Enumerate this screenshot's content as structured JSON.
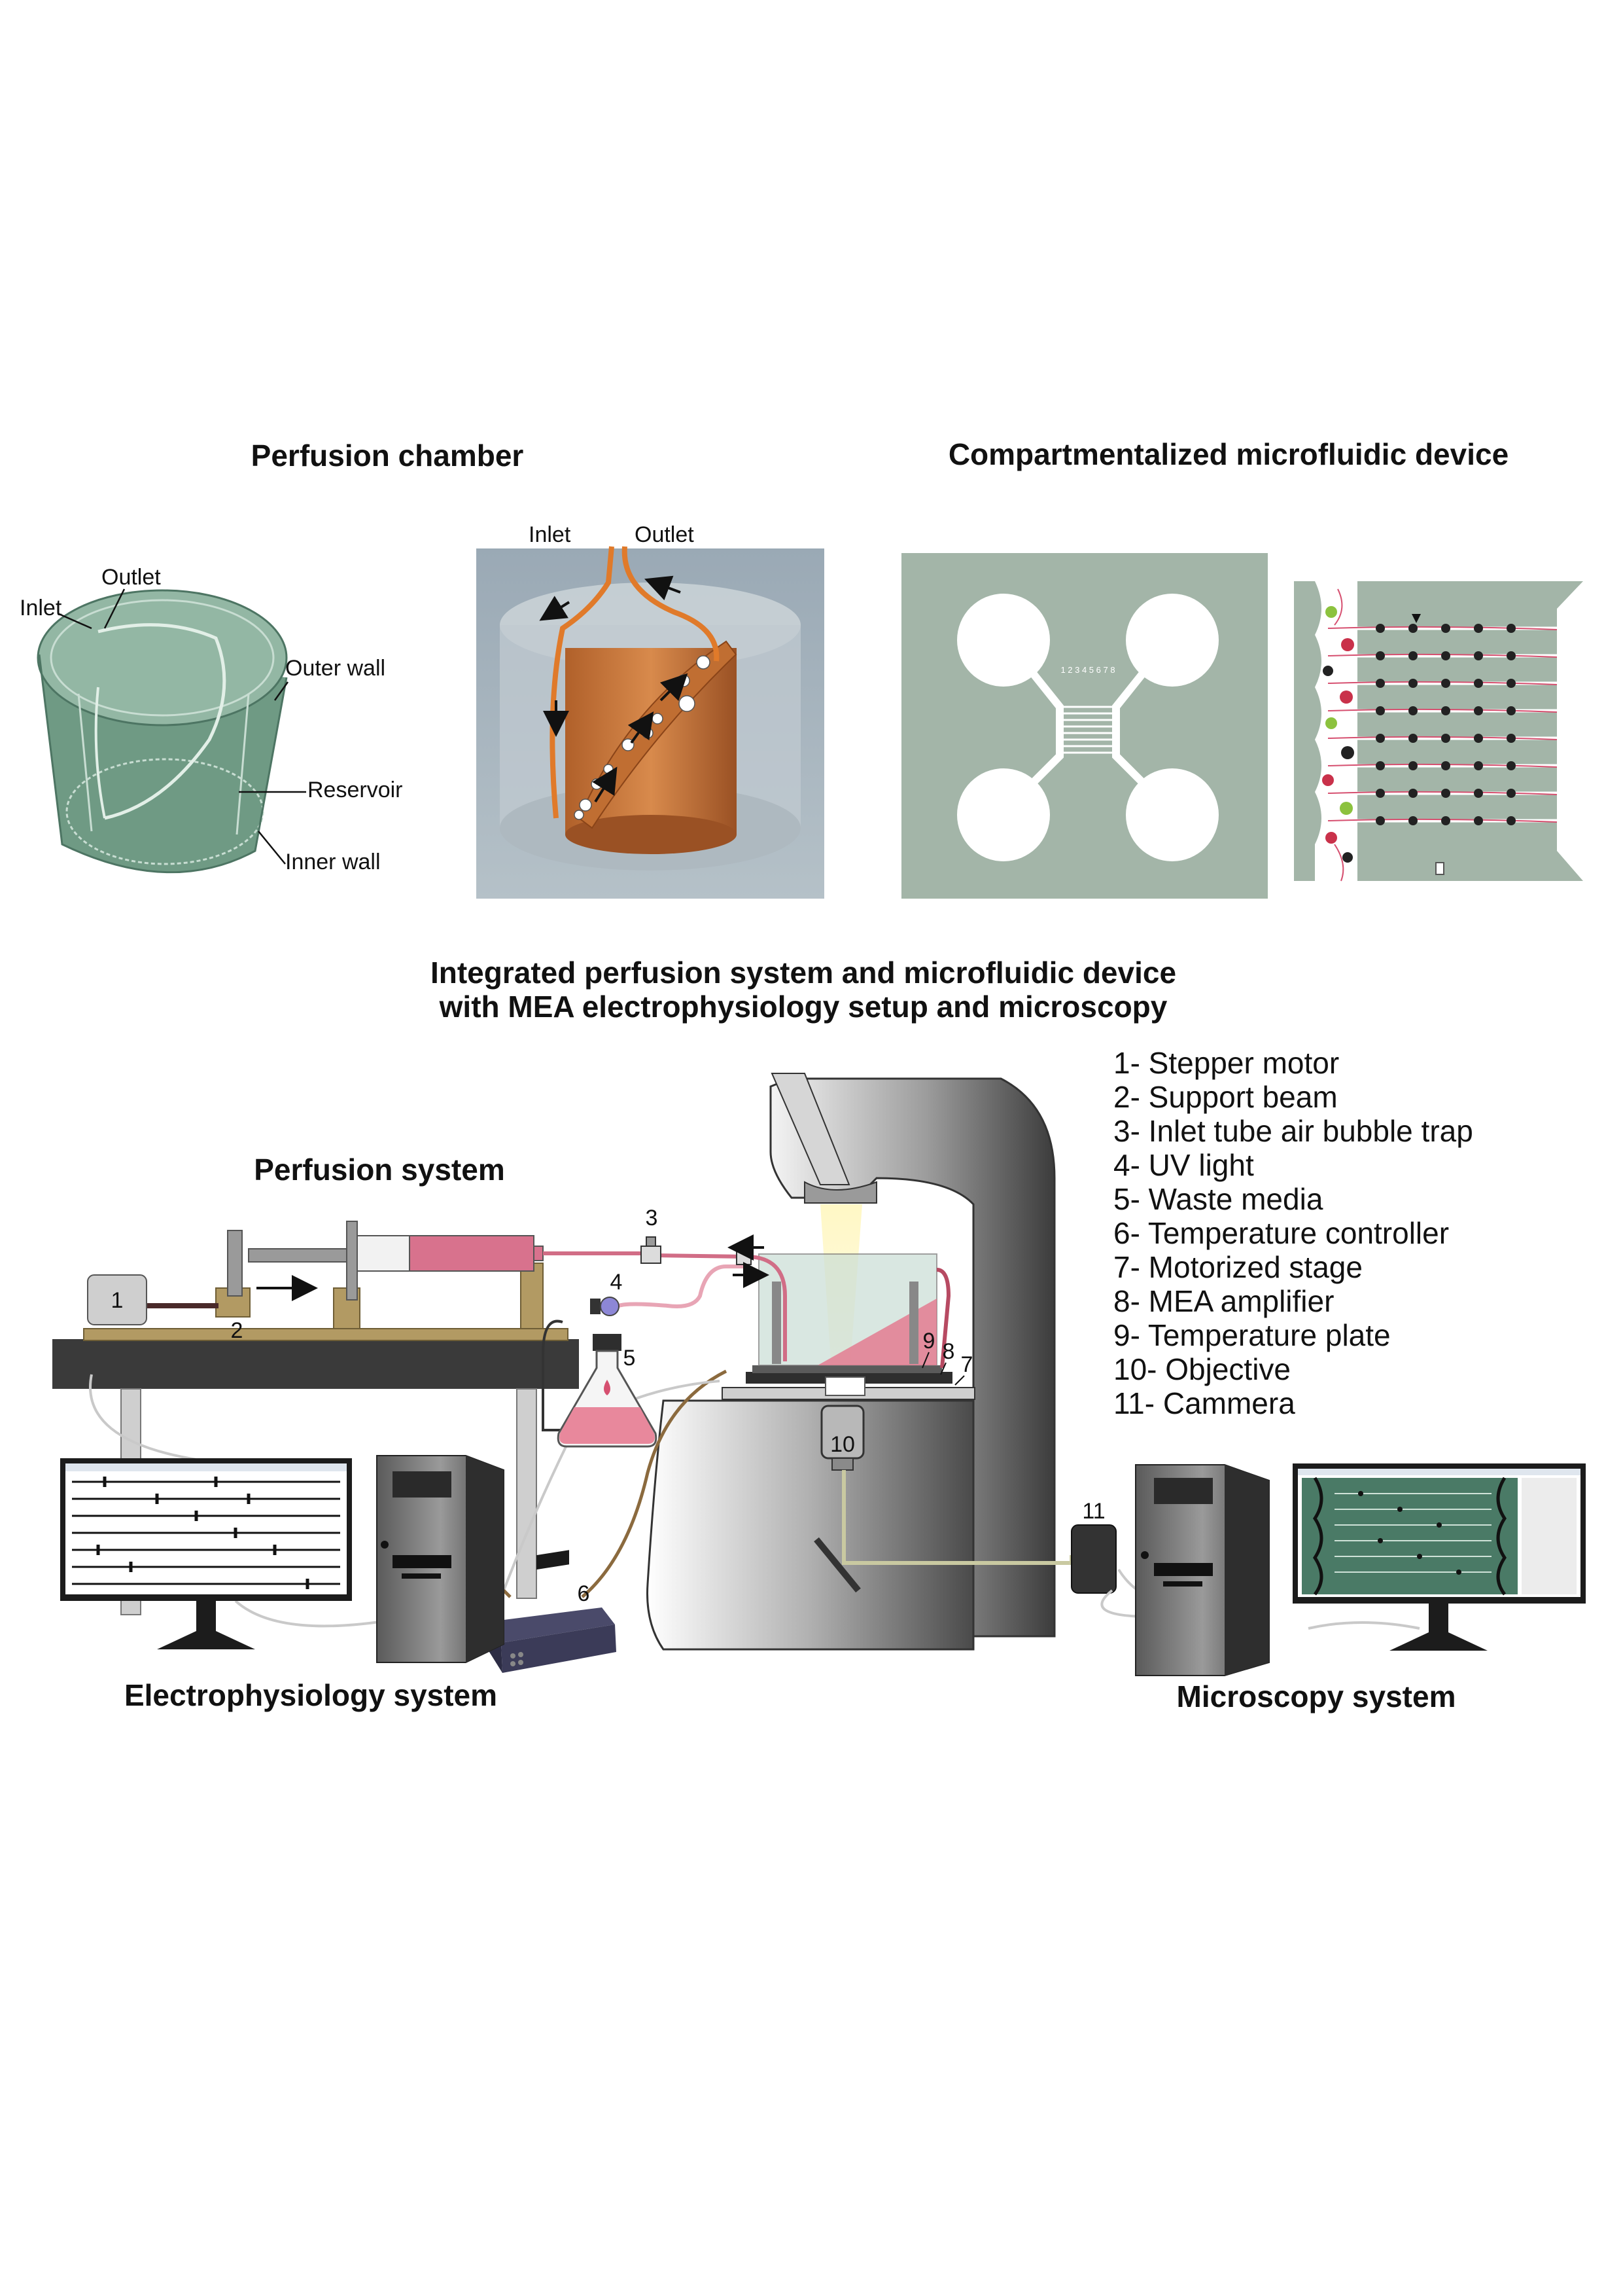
{
  "titles": {
    "perfusion_chamber": "Perfusion chamber",
    "microfluidic_device": "Compartmentalized microfluidic device",
    "integrated_line1": "Integrated perfusion system and microfluidic device",
    "integrated_line2": "with MEA electrophysiology setup and microscopy",
    "perfusion_system": "Perfusion system",
    "electrophysiology_system": "Electrophysiology system",
    "microscopy_system": "Microscopy system"
  },
  "chamber_labels": {
    "outlet": "Outlet",
    "inlet": "Inlet",
    "outer_wall": "Outer wall",
    "reservoir": "Reservoir",
    "inner_wall": "Inner wall",
    "render_inlet": "Inlet",
    "render_outlet": "Outlet"
  },
  "device_labels": {
    "channel_numbers": "1 2 3 4 5 6 7 8"
  },
  "legend": [
    "1- Stepper motor",
    "2- Support beam",
    "3- Inlet tube air bubble trap",
    "4- UV light",
    "5- Waste media",
    "6- Temperature controller",
    "7- Motorized stage",
    "8- MEA amplifier",
    "9- Temperature plate",
    "10- Objective",
    "11- Cammera"
  ],
  "numbers": {
    "n1": "1",
    "n2": "2",
    "n3": "3",
    "n4": "4",
    "n5": "5",
    "n6": "6",
    "n7": "7",
    "n8": "8",
    "n9": "9",
    "n10": "10",
    "n11": "11"
  },
  "colors": {
    "chamber_green": "#6f9a84",
    "device_grey_green": "#a3b5a8",
    "syringe_pink": "#d8728d",
    "tube_pink": "#d16d86",
    "cell_red": "#c9314a",
    "cell_green": "#8cc23e",
    "table_dark": "#3a3a3a",
    "wood": "#b29a63",
    "microscope_grey": "#8c8c8c"
  }
}
